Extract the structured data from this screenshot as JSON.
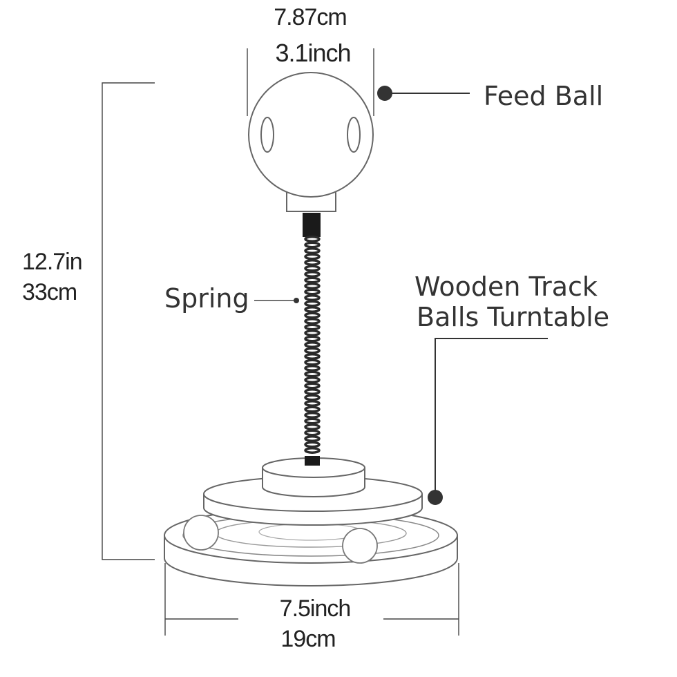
{
  "labels": {
    "feed_ball": "Feed Ball",
    "spring": "Spring",
    "turntable_line1": "Wooden Track",
    "turntable_line2": "Balls Turntable"
  },
  "dimensions": {
    "ball_width_cm": "7.87cm",
    "ball_width_in": "3.1inch",
    "height_in": "12.7in",
    "height_cm": "33cm",
    "base_width_in": "7.5inch",
    "base_width_cm": "19cm"
  }
}
